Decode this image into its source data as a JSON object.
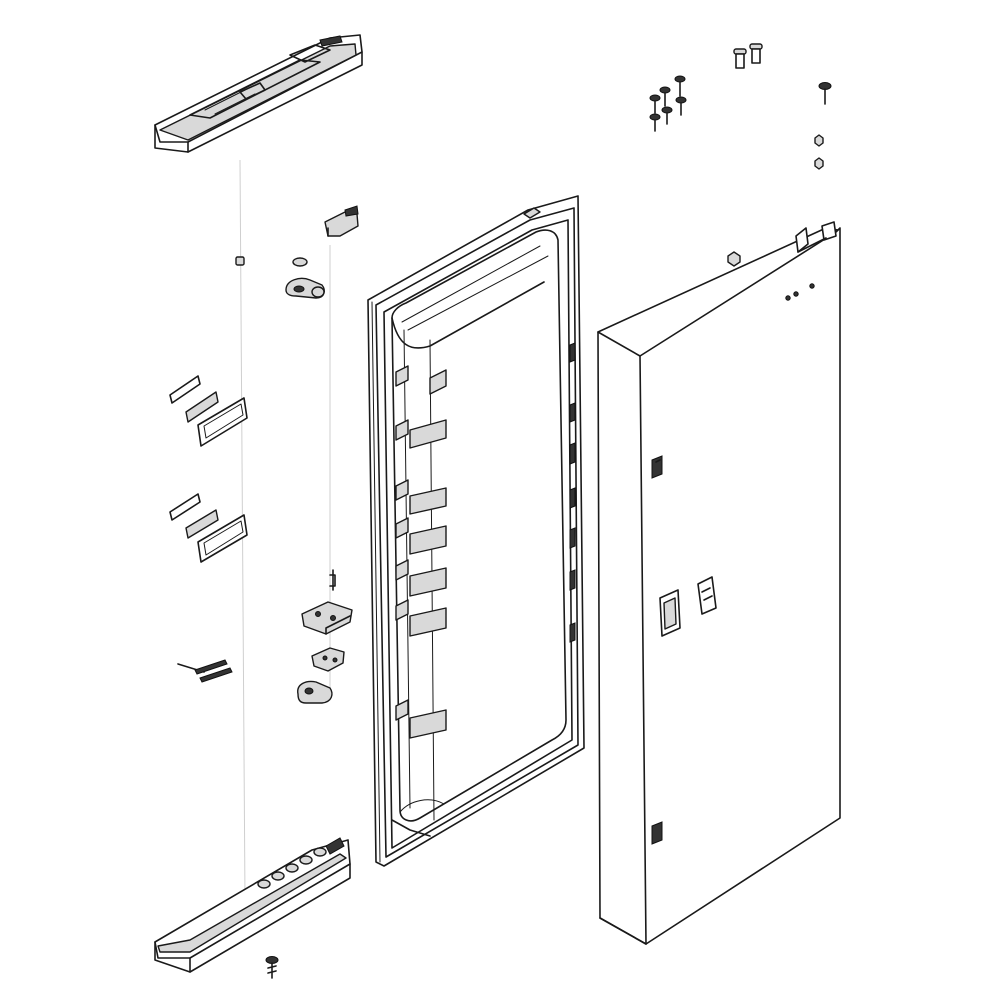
{
  "diagram": {
    "type": "exploded-parts-view",
    "line_color": "#1a1a1a",
    "background": "#ffffff",
    "parts": [
      "top-door-cap",
      "hinge-cam",
      "door-stopper-small",
      "door-hinge-bushing",
      "gasket-label-set-upper",
      "gasket-label-set-lower",
      "small-clip",
      "hinge-bracket",
      "lower-hinge-plate",
      "lower-hinge-cam",
      "spring-pins",
      "door-gasket-inner-liner",
      "outer-door-panel",
      "top-screws",
      "single-screw",
      "hex-nuts",
      "bottom-door-cap",
      "bottom-screw"
    ]
  }
}
